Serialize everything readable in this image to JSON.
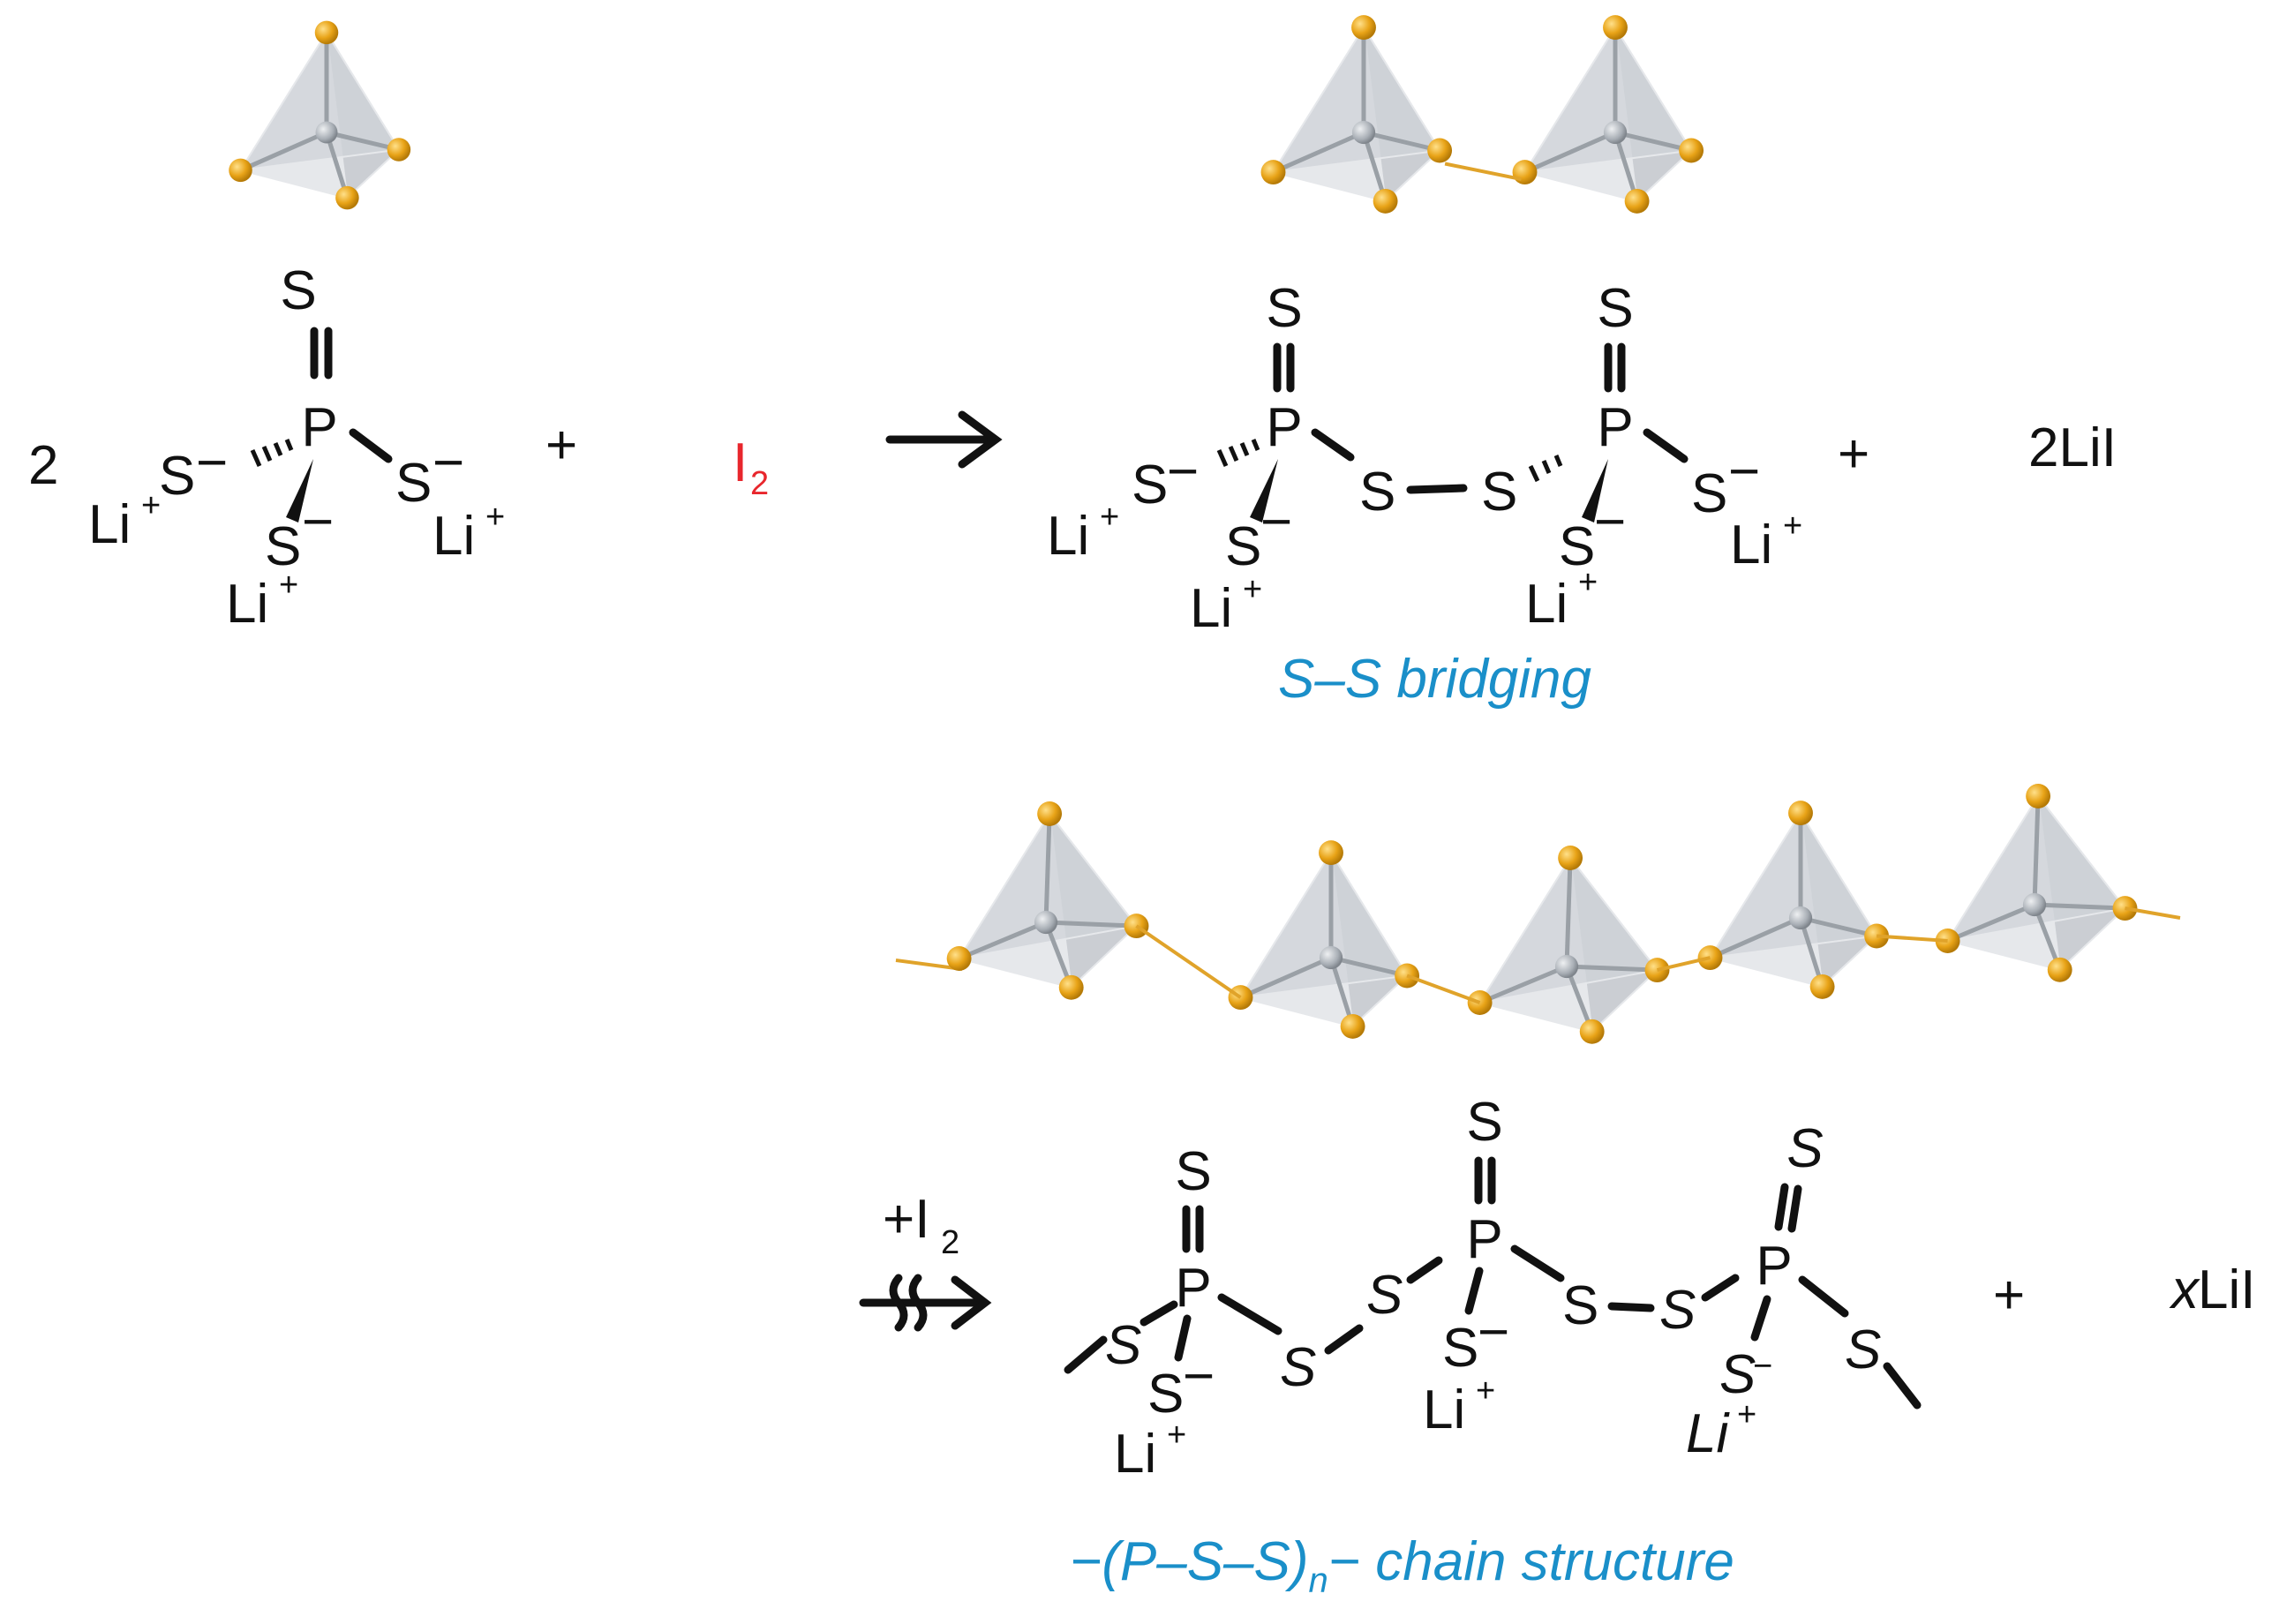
{
  "colors": {
    "text": "#111111",
    "iodine": "#e8262c",
    "caption": "#1a8fc9",
    "sulfur_sphere": "#e8a317",
    "phosphorus_sphere": "#a8aeb5",
    "tetrahedron_face": "#c7cbd0",
    "bridge_bond": "#e0a32a"
  },
  "labels": {
    "s": "S",
    "p": "P",
    "li": "Li",
    "plus_charge": "+",
    "minus_charge": "−",
    "plus": "+"
  },
  "reaction1": {
    "coefficient": "2",
    "i2_main": "I",
    "i2_sub": "2",
    "product_salt": "2LiI",
    "caption": "S–S bridging"
  },
  "reaction2": {
    "reagent_main": "+I",
    "reagent_sub": "2",
    "product_salt_prefix": "x",
    "product_salt": "LiI",
    "caption_pre": "−(P–S–S)",
    "caption_sub": "n",
    "caption_post": "− chain structure"
  }
}
